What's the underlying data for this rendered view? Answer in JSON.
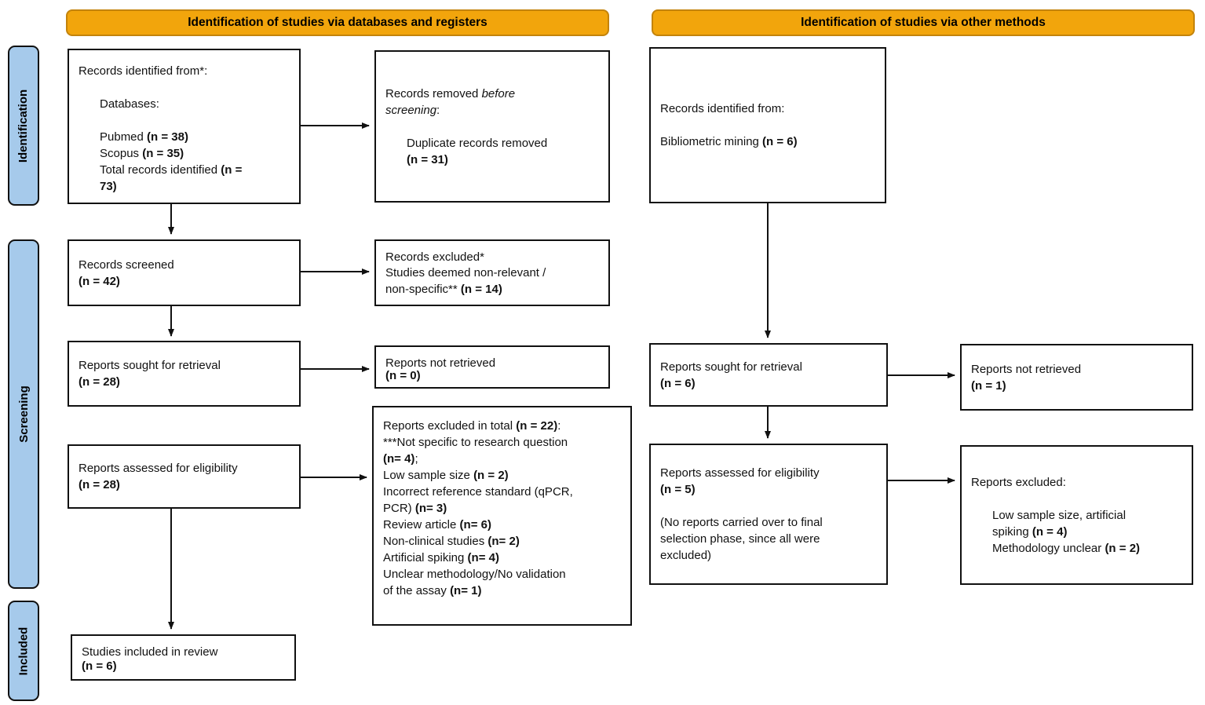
{
  "figure": "PRISMA flow diagram",
  "colors": {
    "header-bg": "#F2A50C",
    "header-border": "#C3830B",
    "sidebar-bg": "#A6CAEB",
    "box-border": "#111111",
    "arrow": "#111111"
  },
  "headers": {
    "left": "Identification of studies via databases and registers",
    "right": "Identification of studies via other methods"
  },
  "sidebar": {
    "identification": "Identification",
    "screening": "Screening",
    "included": "Included"
  },
  "boxes": {
    "records_identified": {
      "paras": [
        {
          "ind": 0,
          "seg": [
            {
              "t": "Records identified from*:"
            }
          ]
        },
        {
          "blank": true
        },
        {
          "ind": 1,
          "seg": [
            {
              "t": "Databases:"
            }
          ]
        },
        {
          "blank": true
        },
        {
          "ind": 1,
          "seg": [
            {
              "t": "Pubmed "
            },
            {
              "t": "(n = 38)",
              "b": true
            }
          ]
        },
        {
          "ind": 1,
          "seg": [
            {
              "t": "Scopus "
            },
            {
              "t": "(n = 35)",
              "b": true
            }
          ]
        },
        {
          "ind": 1,
          "seg": [
            {
              "t": "Total records identified "
            },
            {
              "t": "(n =",
              "b": true
            }
          ]
        },
        {
          "ind": 1,
          "seg": [
            {
              "t": "73)",
              "b": true
            }
          ]
        }
      ]
    },
    "records_removed": {
      "paras": [
        {
          "ind": 0,
          "seg": [
            {
              "t": "Records removed "
            },
            {
              "t": "before",
              "i": true
            }
          ]
        },
        {
          "ind": 0,
          "seg": [
            {
              "t": "screening",
              "i": true
            },
            {
              "t": ":"
            }
          ]
        },
        {
          "blank": true
        },
        {
          "ind": 1,
          "seg": [
            {
              "t": "Duplicate records removed"
            }
          ]
        },
        {
          "ind": 1,
          "seg": [
            {
              "t": "(n = 31)",
              "b": true
            }
          ]
        }
      ]
    },
    "records_screened": {
      "paras": [
        {
          "ind": 0,
          "seg": [
            {
              "t": "Records screened"
            }
          ]
        },
        {
          "ind": 0,
          "seg": [
            {
              "t": "(n = 42)",
              "b": true
            }
          ]
        }
      ]
    },
    "records_excluded": {
      "paras": [
        {
          "ind": 0,
          "seg": [
            {
              "t": "Records excluded*"
            }
          ]
        },
        {
          "ind": 0,
          "seg": [
            {
              "t": "Studies deemed non-relevant /"
            }
          ]
        },
        {
          "ind": 0,
          "seg": [
            {
              "t": "non-specific** "
            },
            {
              "t": "(n = 14)",
              "b": true
            }
          ]
        }
      ]
    },
    "reports_sought": {
      "paras": [
        {
          "ind": 0,
          "seg": [
            {
              "t": "Reports sought for retrieval"
            }
          ]
        },
        {
          "ind": 0,
          "seg": [
            {
              "t": "(n = 28)",
              "b": true
            }
          ]
        }
      ]
    },
    "reports_not_retrieved": {
      "paras": [
        {
          "ind": 0,
          "seg": [
            {
              "t": "Reports not retrieved"
            }
          ]
        },
        {
          "ind": 0,
          "seg": [
            {
              "t": "(n = 0)",
              "b": true
            }
          ]
        }
      ]
    },
    "reports_assessed": {
      "paras": [
        {
          "ind": 0,
          "seg": [
            {
              "t": "Reports assessed for eligibility"
            }
          ]
        },
        {
          "ind": 0,
          "seg": [
            {
              "t": "(n = 28)",
              "b": true
            }
          ]
        }
      ]
    },
    "reports_excluded_total": {
      "paras": [
        {
          "ind": 0,
          "seg": [
            {
              "t": "Reports excluded in total "
            },
            {
              "t": "(n = 22)",
              "b": true
            },
            {
              "t": ":"
            }
          ]
        },
        {
          "ind": 0,
          "seg": [
            {
              "t": "***Not specific to research question"
            }
          ]
        },
        {
          "ind": 0,
          "seg": [
            {
              "t": "(n= 4)",
              "b": true
            },
            {
              "t": ";"
            }
          ]
        },
        {
          "ind": 0,
          "seg": [
            {
              "t": "Low sample size "
            },
            {
              "t": "(n = 2)",
              "b": true
            }
          ]
        },
        {
          "ind": 0,
          "seg": [
            {
              "t": "Incorrect reference standard (qPCR,"
            }
          ]
        },
        {
          "ind": 0,
          "seg": [
            {
              "t": "PCR) "
            },
            {
              "t": "(n= 3)",
              "b": true
            }
          ]
        },
        {
          "ind": 0,
          "seg": [
            {
              "t": "Review article "
            },
            {
              "t": "(n= 6)",
              "b": true
            }
          ]
        },
        {
          "ind": 0,
          "seg": [
            {
              "t": "Non-clinical studies "
            },
            {
              "t": "(n= 2)",
              "b": true
            }
          ]
        },
        {
          "ind": 0,
          "seg": [
            {
              "t": "Artificial spiking "
            },
            {
              "t": "(n= 4)",
              "b": true
            }
          ]
        },
        {
          "ind": 0,
          "seg": [
            {
              "t": "Unclear methodology/No validation"
            }
          ]
        },
        {
          "ind": 0,
          "seg": [
            {
              "t": "of the assay "
            },
            {
              "t": "(n= 1)",
              "b": true
            }
          ]
        }
      ]
    },
    "studies_included": {
      "paras": [
        {
          "ind": 0,
          "seg": [
            {
              "t": "Studies included in review"
            }
          ]
        },
        {
          "ind": 0,
          "seg": [
            {
              "t": "(n = 6)",
              "b": true
            }
          ]
        }
      ]
    },
    "records_identified_other": {
      "paras": [
        {
          "ind": 0,
          "seg": [
            {
              "t": "Records identified from:"
            }
          ]
        },
        {
          "blank": true
        },
        {
          "ind": 0,
          "seg": [
            {
              "t": "Bibliometric mining "
            },
            {
              "t": "(n = 6)",
              "b": true
            }
          ]
        }
      ]
    },
    "reports_sought_other": {
      "paras": [
        {
          "ind": 0,
          "seg": [
            {
              "t": "Reports sought for retrieval"
            }
          ]
        },
        {
          "ind": 0,
          "seg": [
            {
              "t": "(n = 6)",
              "b": true
            }
          ]
        }
      ]
    },
    "reports_not_retrieved_other": {
      "paras": [
        {
          "ind": 0,
          "seg": [
            {
              "t": "Reports not retrieved"
            }
          ]
        },
        {
          "ind": 0,
          "seg": [
            {
              "t": "(n = 1)",
              "b": true
            }
          ]
        }
      ]
    },
    "reports_assessed_other": {
      "paras": [
        {
          "ind": 0,
          "seg": [
            {
              "t": "Reports assessed for eligibility"
            }
          ]
        },
        {
          "ind": 0,
          "seg": [
            {
              "t": "(n = 5)",
              "b": true
            }
          ]
        },
        {
          "blank": true
        },
        {
          "ind": 0,
          "seg": [
            {
              "t": "(No reports carried over to final"
            }
          ]
        },
        {
          "ind": 0,
          "seg": [
            {
              "t": "selection phase, since all were"
            }
          ]
        },
        {
          "ind": 0,
          "seg": [
            {
              "t": "excluded)"
            }
          ]
        }
      ]
    },
    "reports_excluded_other": {
      "paras": [
        {
          "ind": 0,
          "seg": [
            {
              "t": "Reports excluded:"
            }
          ]
        },
        {
          "blank": true
        },
        {
          "ind": 1,
          "seg": [
            {
              "t": "Low sample size, artificial"
            }
          ]
        },
        {
          "ind": 1,
          "seg": [
            {
              "t": "spiking "
            },
            {
              "t": "(n = 4)",
              "b": true
            }
          ]
        },
        {
          "ind": 1,
          "seg": [
            {
              "t": "Methodology unclear "
            },
            {
              "t": "(n = 2)",
              "b": true
            }
          ]
        }
      ]
    }
  }
}
